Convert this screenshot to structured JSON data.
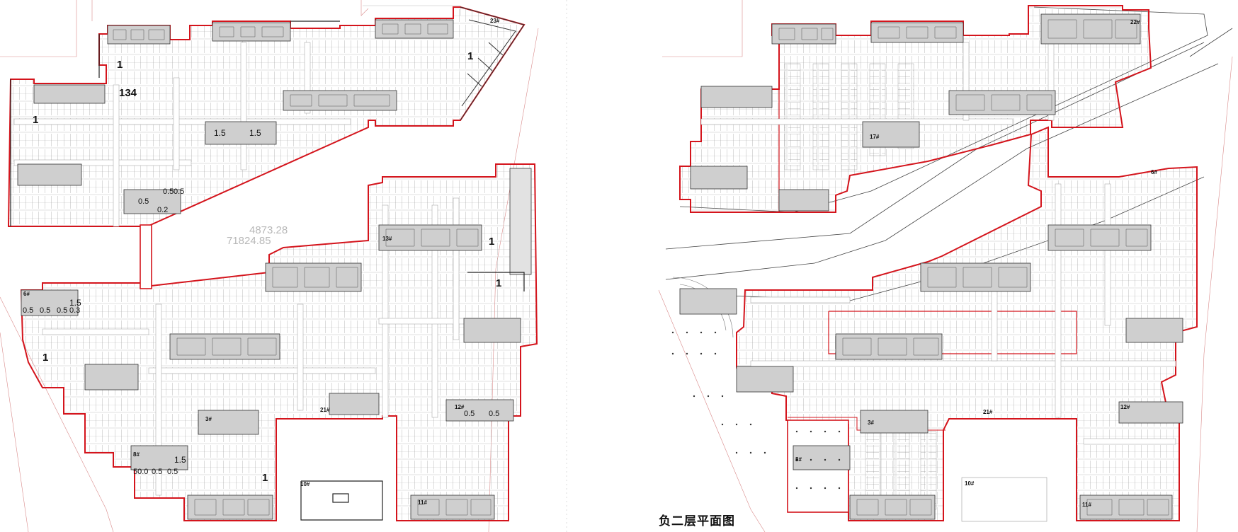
{
  "drawing": {
    "caption": "负二层平面图",
    "colors": {
      "boundary": "#d4141c",
      "lines": "#333333",
      "grid": "#8a8a8a",
      "site": "#d98a8a",
      "fill": "#c8c8c8"
    }
  },
  "left_plan": {
    "area_label_1": "4873.28",
    "area_label_2": "71824.85",
    "marker_134": "134",
    "marker_1": "1",
    "marker_15": "1.5",
    "marker_05": "0.5",
    "marker_03": "0.3",
    "marker_02": "0.2",
    "marker_50": "50.0",
    "building_6": "6#",
    "building_12": "12#",
    "building_21": "21#",
    "building_23": "23#",
    "building_10": "10#",
    "building_11": "11#",
    "building_13": "13#",
    "building_3": "3#",
    "building_8": "8#"
  },
  "right_plan": {
    "building_6": "6#",
    "building_12": "12#",
    "building_21": "21#",
    "building_22": "22#",
    "building_10": "10#",
    "building_11": "11#",
    "building_17": "17#",
    "building_8": "8#",
    "building_3": "3#"
  }
}
